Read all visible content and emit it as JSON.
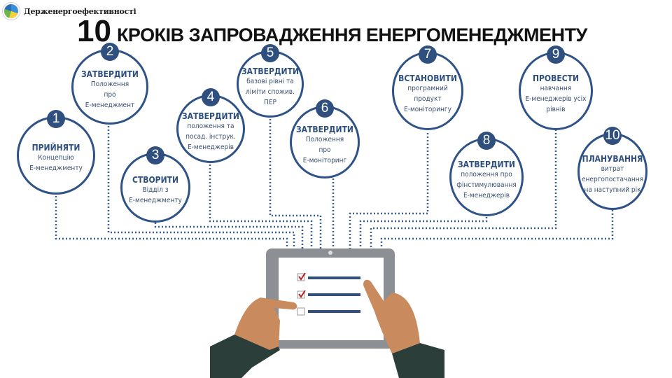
{
  "logo": {
    "name": "Держенергоефективності"
  },
  "title": {
    "number": "10",
    "text": "КРОКІВ ЗАПРОВАДЖЕННЯ ЕНЕРГОМЕНЕДЖМЕНТУ"
  },
  "steps": [
    {
      "n": "1",
      "verb": "ПРИЙНЯТИ",
      "desc": "Концепцію\nЕ-менеджменту"
    },
    {
      "n": "2",
      "verb": "ЗАТВЕРДИТИ",
      "desc": "Положення\nпро\nЕ-менеджмент"
    },
    {
      "n": "3",
      "verb": "СТВОРИТИ",
      "desc": "Відділ з\nЕ-менеджменту"
    },
    {
      "n": "4",
      "verb": "ЗАТВЕРДИТИ",
      "desc": "положення та\nпосад. інструк.\nЕ-менеджерів"
    },
    {
      "n": "5",
      "verb": "ЗАТВЕРДИТИ",
      "desc": "базові рівні та\nліміти спожив.\nПЕР"
    },
    {
      "n": "6",
      "verb": "ЗАТВЕРДИТИ",
      "desc": "Положення\nпро\nЕ-моніторинг"
    },
    {
      "n": "7",
      "verb": "ВСТАНОВИТИ",
      "desc": "програмний\nпродукт\nЕ-моніторингу"
    },
    {
      "n": "8",
      "verb": "ЗАТВЕРДИТИ",
      "desc": "положення про\nфінстимулювання\nЕ-менеджерів"
    },
    {
      "n": "9",
      "verb": "ПРОВЕСТИ",
      "desc": "навчання\nЕ-менеджерів усіх\nрівнів"
    },
    {
      "n": "10",
      "verb": "ПЛАНУВАННЯ",
      "desc": "витрат\nенергопостачання\nна наступний рік"
    }
  ],
  "colors": {
    "primary": "#2f4f7f",
    "skin": "#c98a5e",
    "sleeve": "#2c3e3a"
  }
}
